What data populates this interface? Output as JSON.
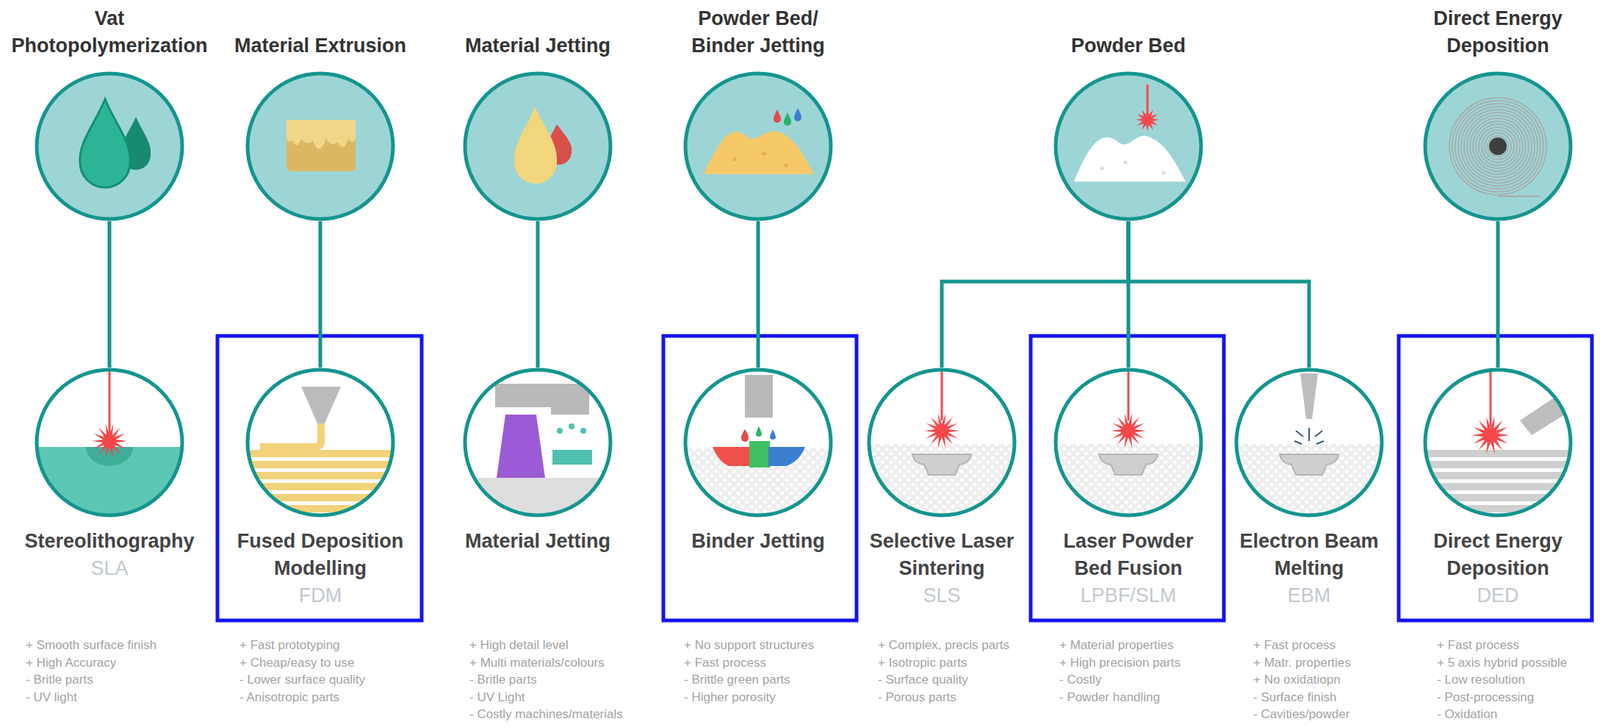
{
  "diagram": {
    "nodes": [
      {
        "text": [
          "Vat Photopolymerization"
        ]
      },
      {
        "text": [
          "Material Extrusion"
        ]
      },
      {
        "text": [
          "Material Jetting"
        ]
      },
      {
        "text": [
          "Powder Bed/ Binder Jetting"
        ]
      },
      {
        "text": [
          "Powder Bed"
        ]
      },
      {
        "text": [
          "Direct Energy Deposition"
        ]
      },
      {
        "text": [
          "Stereolithography",
          "SLA"
        ]
      },
      {
        "text": [
          "Fused Deposition Modelling",
          "FDM"
        ]
      },
      {
        "text": [
          "Material Jetting"
        ]
      },
      {
        "text": [
          "Binder Jetting"
        ]
      },
      {
        "text": [
          "Selective Laser Sintering",
          "SLS"
        ]
      },
      {
        "text": [
          "Laser Powder Bed Fusion",
          "LPBF/SLM"
        ]
      },
      {
        "text": [
          "Electron Beam Melting",
          "EBM"
        ]
      },
      {
        "text": [
          "Direct Energy Deposition",
          "DED"
        ]
      }
    ],
    "edges": [
      {
        "from": 0,
        "to": 6,
        "arrow": "none"
      },
      {
        "from": 1,
        "to": 7,
        "arrow": "none"
      },
      {
        "from": 2,
        "to": 8,
        "arrow": "none"
      },
      {
        "from": 3,
        "to": 9,
        "arrow": "none"
      },
      {
        "from": 4,
        "to": 10,
        "arrow": "none"
      },
      {
        "from": 4,
        "to": 11,
        "arrow": "none"
      },
      {
        "from": 4,
        "to": 12,
        "arrow": "none"
      },
      {
        "from": 5,
        "to": 13,
        "arrow": "none"
      }
    ],
    "labels": [
      "+ Smooth surface finish",
      "+ High Accuracy",
      "- Britle parts",
      "- UV light",
      "+ Fast prototyping",
      "+ Cheap/easy to use",
      "- Lower surface quality",
      "- Anisotropic parts",
      "+ High detail level",
      "+ Multi materials/colours",
      "- Britle parts",
      "- UV Light",
      "- Costly machines/materials",
      "+ No support structures",
      "+ Fast process",
      "- Brittle green parts",
      "- Higher porosity",
      "+ Complex, precis parts",
      "+ Isotropic parts",
      "- Surface quality",
      "- Porous parts",
      "+ Material properties",
      "+ High precision parts",
      "- Costly",
      "- Powder handling",
      "+ Fast process",
      "+ Matr. properties",
      "+ No oxidatiopn",
      "- Surface finish",
      "- Cavities/powder",
      "+ Fast process",
      "+ 5 axis hybrid possible",
      "- Low resolution",
      "- Post-processing",
      "- Oxidation"
    ]
  }
}
